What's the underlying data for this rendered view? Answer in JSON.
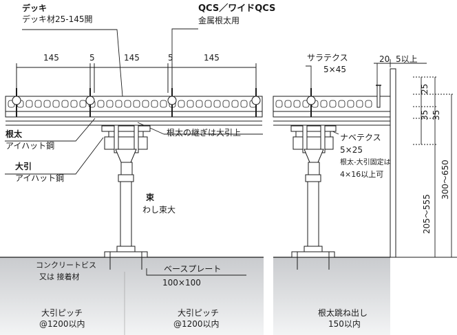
{
  "deck": {
    "title": "デッキ",
    "spec": "デッキ材25-145開"
  },
  "qcs": {
    "title": "QCS／ワイドQCS",
    "sub": "金属根太用"
  },
  "dims_top": [
    "145",
    "5",
    "145",
    "5",
    "145"
  ],
  "joist_joint": "根太の継ぎは大引上",
  "joist": {
    "title": "根太",
    "spec": "アイハット鋼"
  },
  "beam": {
    "title": "大引",
    "spec": "アイハット鋼"
  },
  "post": {
    "title": "束",
    "spec": "わし束大"
  },
  "screw_concrete": {
    "line1": "コンクリートビス",
    "line2": "又は 接着材"
  },
  "base_plate": {
    "title": "ベースプレート",
    "size": "100×100"
  },
  "pitch": [
    {
      "line1": "大引ピッチ",
      "line2": "@1200以内"
    },
    {
      "line1": "大引ピッチ",
      "line2": "@1200以内"
    }
  ],
  "saratex": {
    "title": "サラテクス",
    "size": "5×45"
  },
  "right_top_dims": {
    "a": "20",
    "b": "5以上"
  },
  "nabetex": {
    "title": "ナベテクス",
    "size": "5×25",
    "note1": "根太-大引固定は",
    "note2": "4×16以上可"
  },
  "overhang": {
    "line1": "根太跳ね出し",
    "line2": "150以内"
  },
  "vdims": {
    "d25": "25",
    "d35a": "35",
    "d35b": "35",
    "range1": "205〜555",
    "range2": "300〜650"
  },
  "colors": {
    "line": "#1a1a1a",
    "concrete_top": "#cfd1d3",
    "concrete_bottom": "#f4f5f6",
    "deck_fill": "#ffffff"
  }
}
